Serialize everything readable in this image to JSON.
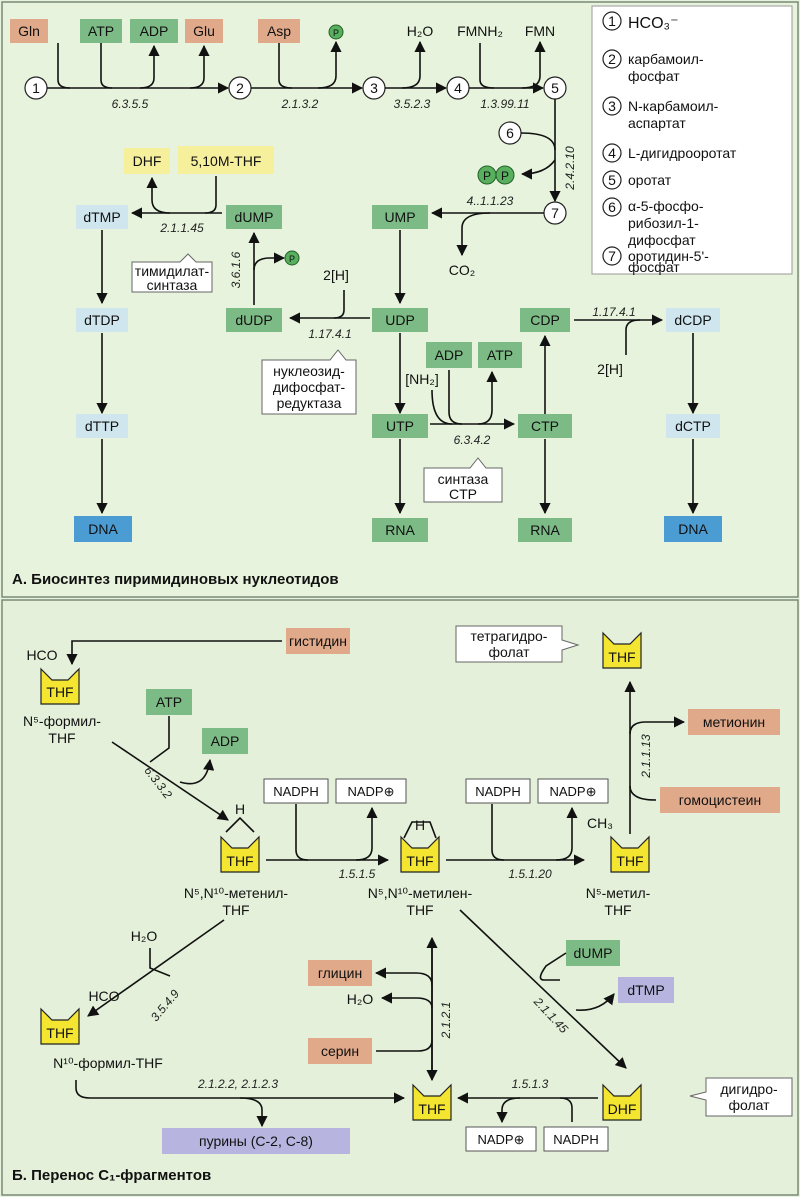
{
  "section_a": {
    "title": "А. Биосинтез пиримидиновых нуклеотидов",
    "legend": [
      {
        "num": "1",
        "text": [
          "HCO₃⁻"
        ]
      },
      {
        "num": "2",
        "text": [
          "карбамоил-",
          "фосфат"
        ]
      },
      {
        "num": "3",
        "text": [
          "N-карбамоил-",
          "аспартат"
        ]
      },
      {
        "num": "4",
        "text": [
          "L-дигидрооротат"
        ]
      },
      {
        "num": "5",
        "text": [
          "оротат"
        ]
      },
      {
        "num": "6",
        "text": [
          "α-5-фосфо-",
          "рибозил-1-",
          "дифосфат"
        ]
      },
      {
        "num": "7",
        "text": [
          "оротидин-5'-",
          "фосфат"
        ]
      }
    ],
    "step_nums": [
      "1",
      "2",
      "3",
      "4",
      "5",
      "6",
      "7"
    ],
    "metabolites": {
      "gln": "Gln",
      "atp1": "ATP",
      "adp1": "ADP",
      "glu": "Glu",
      "asp": "Asp",
      "h2o": "H₂O",
      "fmnh2": "FMNH₂",
      "fmn": "FMN",
      "dhf": "DHF",
      "m_thf": "5,10M-THF",
      "dtmp": "dTMP",
      "dump": "dUMP",
      "ump": "UMP",
      "co2": "CO₂",
      "dtdp": "dTDP",
      "dudp": "dUDP",
      "udp": "UDP",
      "h2_udp": "2[H]",
      "cdp": "CDP",
      "dcdp": "dCDP",
      "h2_cdp": "2[H]",
      "adp2": "ADP",
      "atp2": "ATP",
      "nh2": "[NH₂]",
      "dttp": "dTTP",
      "utp": "UTP",
      "ctp": "CTP",
      "dctp": "dCTP",
      "dna1": "DNA",
      "rna1": "RNA",
      "rna2": "RNA",
      "dna2": "DNA",
      "p": "P"
    },
    "enzymes": {
      "e1": "6.3.5.5",
      "e2": "2.1.3.2",
      "e3": "3.5.2.3",
      "e4": "1.3.99.11",
      "e5": "2.4.2.10",
      "e6": "4..1.1.23",
      "e7": "2.1.1.45",
      "e8": "3.6.1.6",
      "e9": "1.17.4.1",
      "e10": "1.17.4.1",
      "e11": "6.3.4.2"
    },
    "callouts": {
      "thymidylate": [
        "тимидилат-",
        "синтаза"
      ],
      "reductase": [
        "нуклеозид-",
        "дифосфат-",
        "редуктаза"
      ],
      "ctp_synthase": [
        "синтаза",
        "CTP"
      ]
    }
  },
  "section_b": {
    "title": "Б. Перенос C₁-фрагментов",
    "metabolites": {
      "hco1": "HCO",
      "thf": "THF",
      "formyl": [
        "N⁵-формил-",
        "THF"
      ],
      "histidine": "гистидин",
      "atp": "ATP",
      "adp": "ADP",
      "h": "H",
      "methenyl": [
        "N⁵,N¹⁰-метенил-",
        "THF"
      ],
      "methylene": [
        "N⁵,N¹⁰-метилен-",
        "THF"
      ],
      "methyl": [
        "N⁵-метил-",
        "THF"
      ],
      "ch3": "CH₃",
      "nadph": "NADPH",
      "nadp": "NADP⊕",
      "methionine": "метионин",
      "homocysteine": "гомоцистеин",
      "h2o1": "H₂O",
      "hco2": "HCO",
      "formyl10": "N¹⁰-формил-THF",
      "glycine": "глицин",
      "h2o2": "H₂O",
      "serine": "серин",
      "dump": "dUMP",
      "dtmp": "dTMP",
      "dhf": "DHF",
      "purines": "пурины (C-2, C-8)"
    },
    "enzymes": {
      "f1": "6.3.3.2",
      "f2": "1.5.1.5",
      "f3": "1.5.1.20",
      "f4": "2.1.1.13",
      "f5": "3.5.4.9",
      "f6": "2.1.2.1",
      "f7": "2.1.1.45",
      "f8": "2.1.2.2, 2.1.2.3",
      "f9": "1.5.1.3"
    },
    "callouts": {
      "tetrahydrofolate": [
        "тетрагидро-",
        "фолат"
      ],
      "dihydrofolate": [
        "дигидро-",
        "фолат"
      ]
    }
  }
}
